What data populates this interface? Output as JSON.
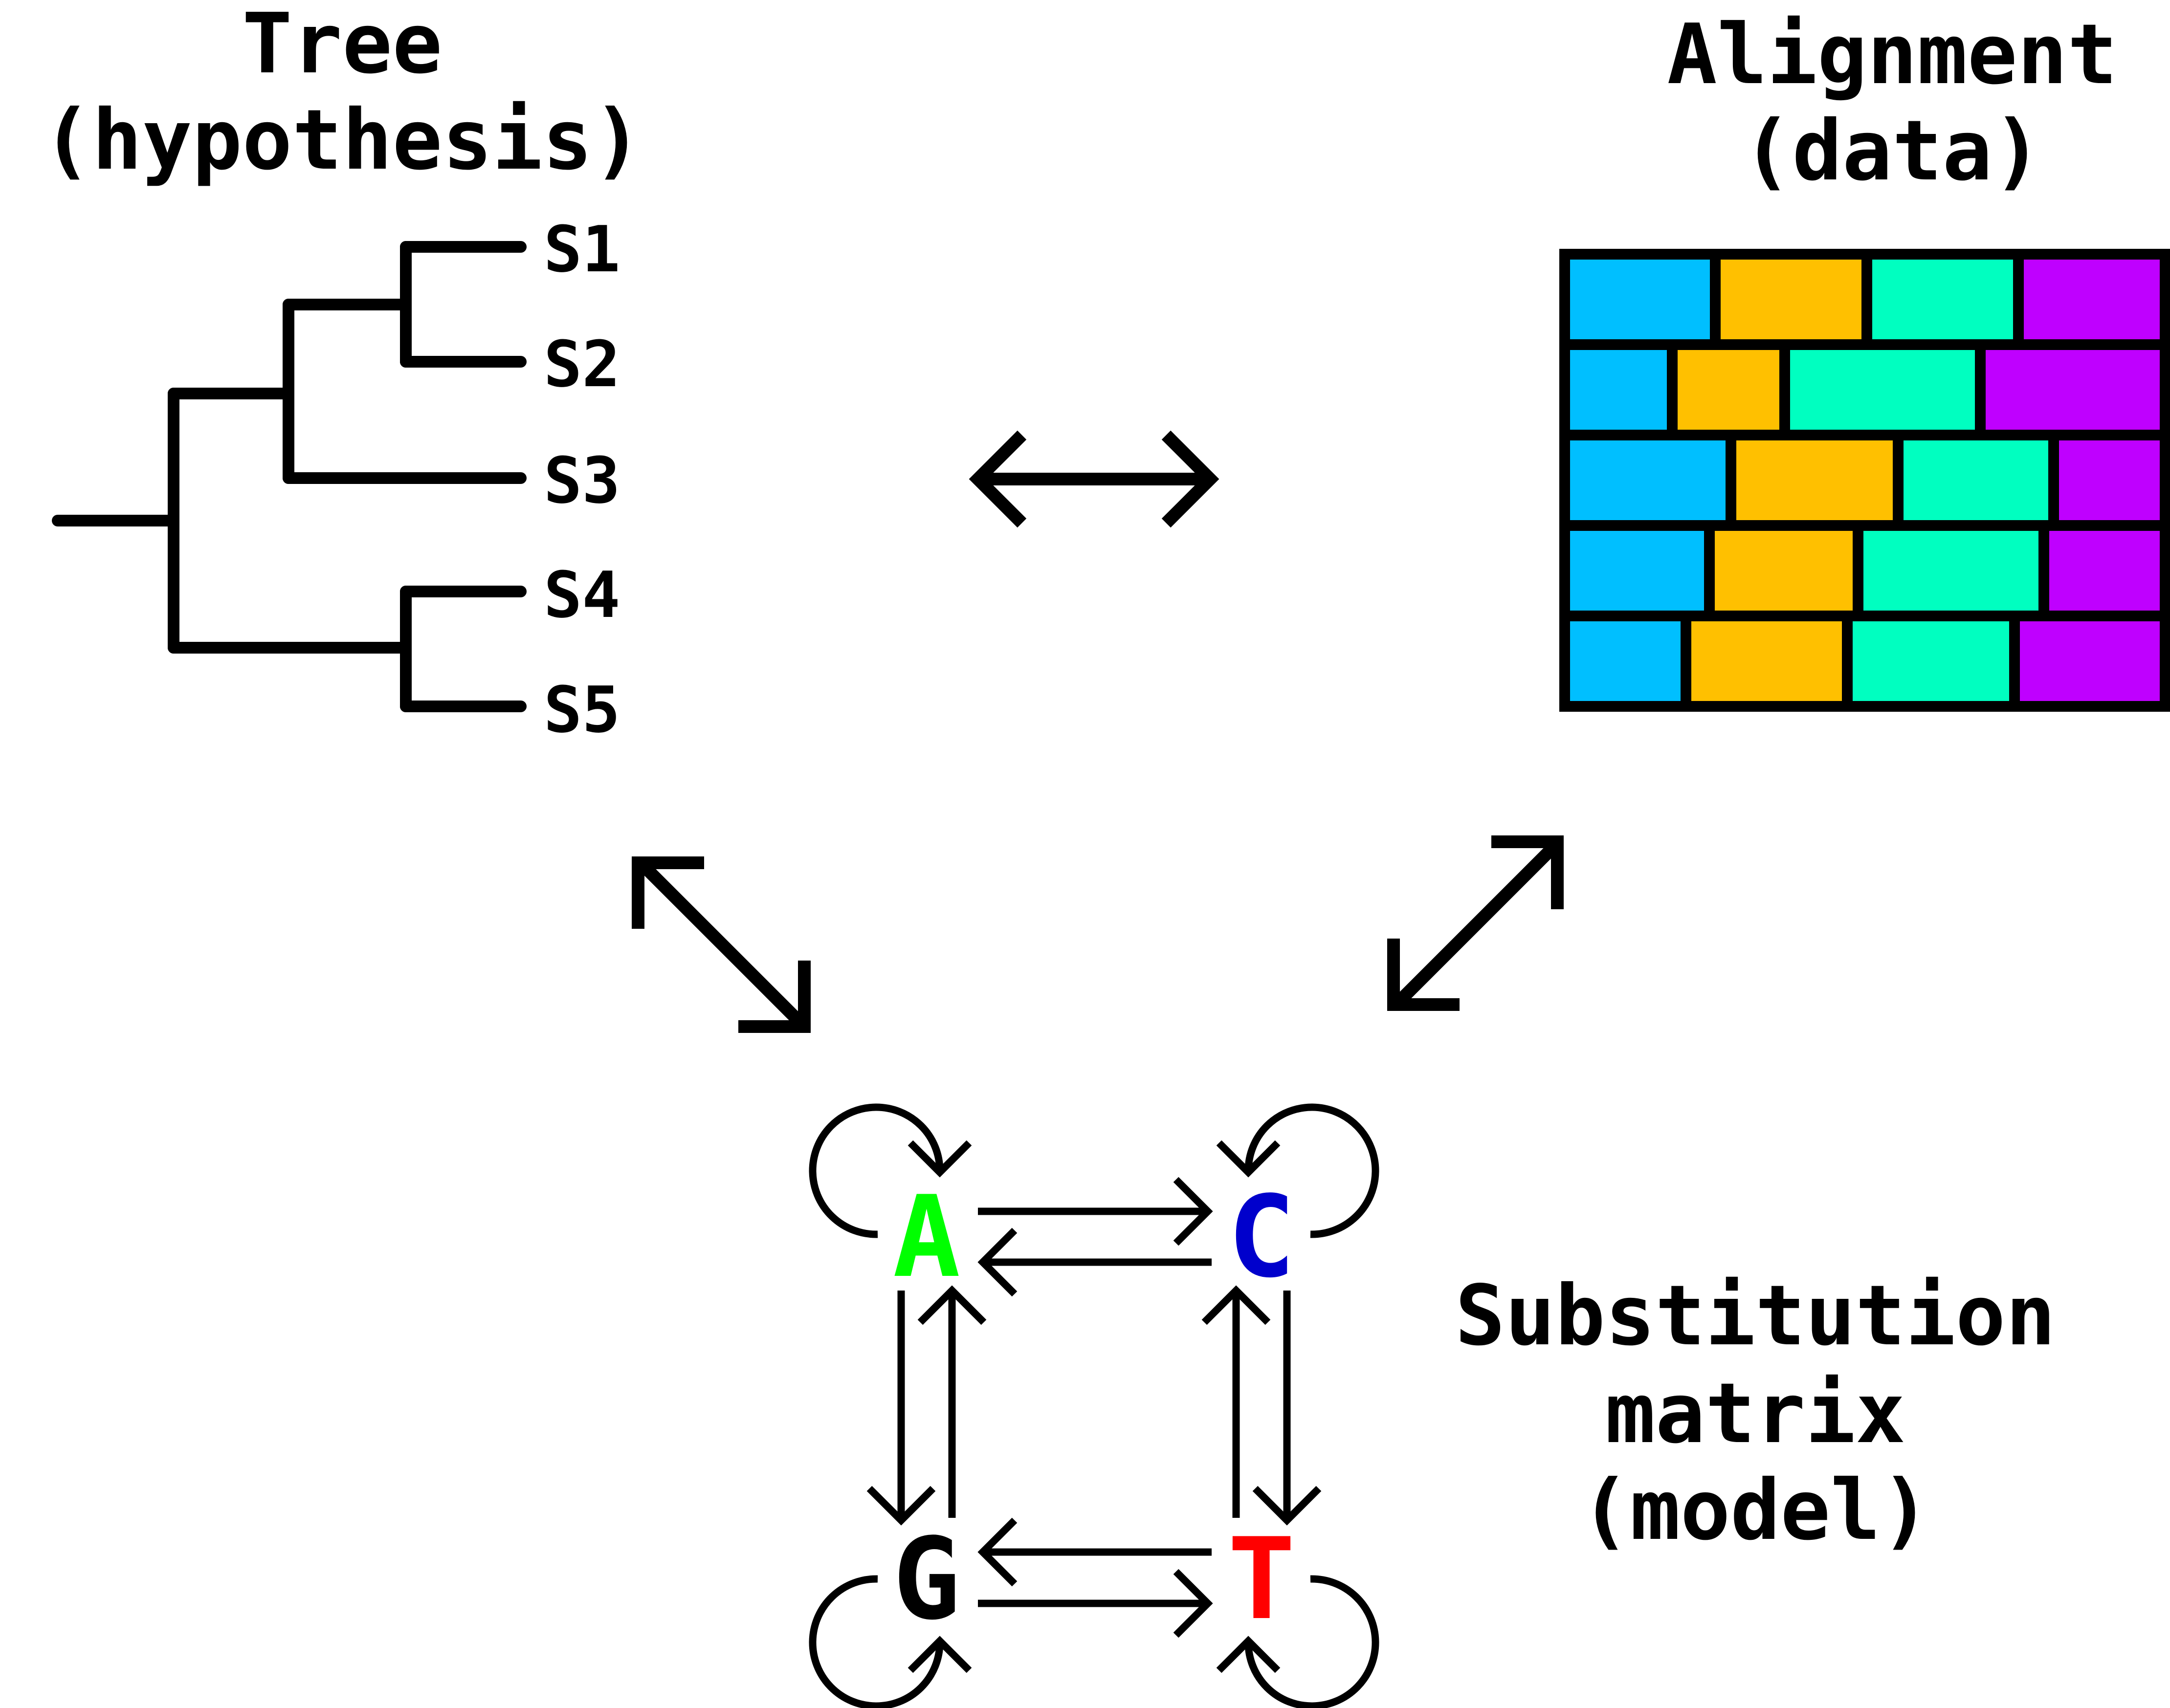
{
  "tree": {
    "title_line1": "Tree",
    "title_line2": "(hypothesis)",
    "leaves": [
      "S1",
      "S2",
      "S3",
      "S4",
      "S5"
    ]
  },
  "alignment": {
    "title_line1": "Alignment",
    "title_line2": "(data)",
    "colors": [
      "#00BFFF",
      "#FFC000",
      "#00FFC0",
      "#BF00FF"
    ],
    "rows": 5,
    "columns": 4
  },
  "model": {
    "title_line1": "Substitution",
    "title_line2": "matrix",
    "title_line3": "(model)",
    "nucleotides": [
      {
        "letter": "A",
        "color": "#00FF00"
      },
      {
        "letter": "C",
        "color": "#0000CC"
      },
      {
        "letter": "G",
        "color": "#000000"
      },
      {
        "letter": "T",
        "color": "#FF0000"
      }
    ]
  }
}
